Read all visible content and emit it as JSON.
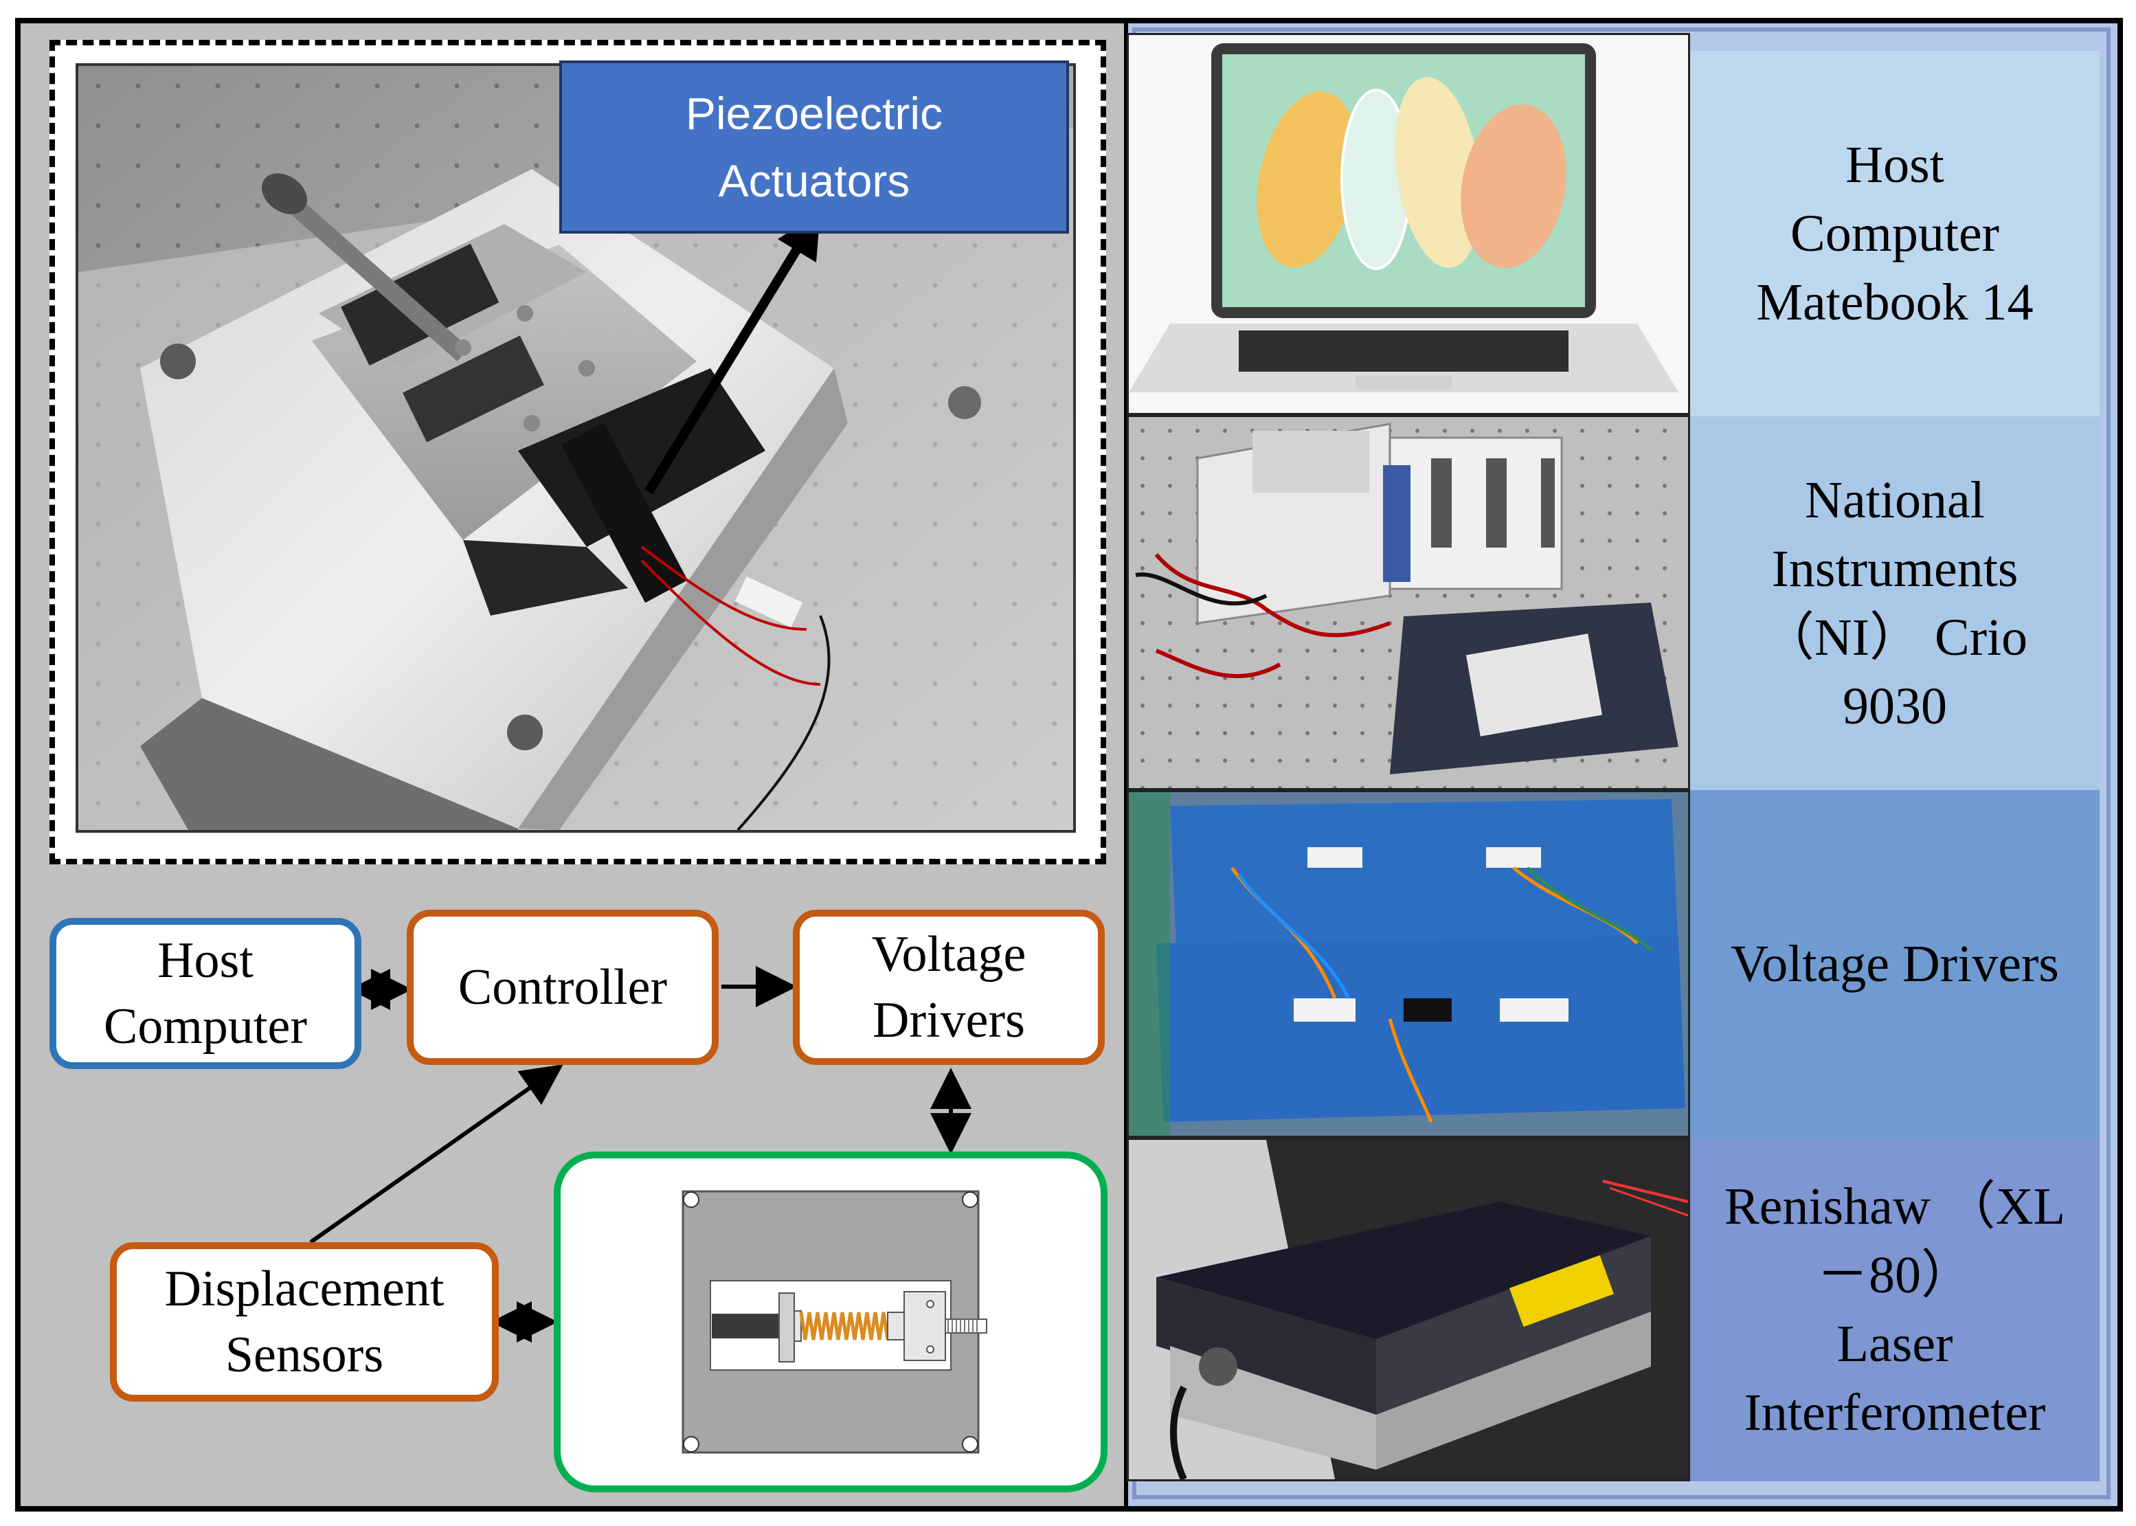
{
  "callout": {
    "line1": "Piezoelectric",
    "line2": "Actuators"
  },
  "flow": {
    "host": {
      "line1": "Host",
      "line2": "Computer"
    },
    "controller": {
      "label": "Controller"
    },
    "drivers": {
      "line1": "Voltage",
      "line2": "Drivers"
    },
    "sensors": {
      "line1": "Displacement",
      "line2": "Sensors"
    }
  },
  "equipment": [
    {
      "lines": [
        "Host",
        "Computer",
        "Matebook 14"
      ],
      "color": "#bdd7ee"
    },
    {
      "lines": [
        "National",
        "Instruments",
        "（NI） Crio",
        "9030"
      ],
      "color": "#a9c8e8"
    },
    {
      "lines": [
        "Voltage Drivers"
      ],
      "color": "#6f9bd1"
    },
    {
      "lines": [
        "Renishaw （XL",
        "－80）",
        "Laser",
        "Interferometer"
      ],
      "color": "#7e96d2"
    }
  ],
  "colors": {
    "left_bg": "#c0c0c0",
    "right_bg": "#b4c7e7",
    "host_border": "#2e75b6",
    "orange_border": "#c55a11",
    "green_border": "#00b050",
    "callout_bg": "#4472c4"
  }
}
